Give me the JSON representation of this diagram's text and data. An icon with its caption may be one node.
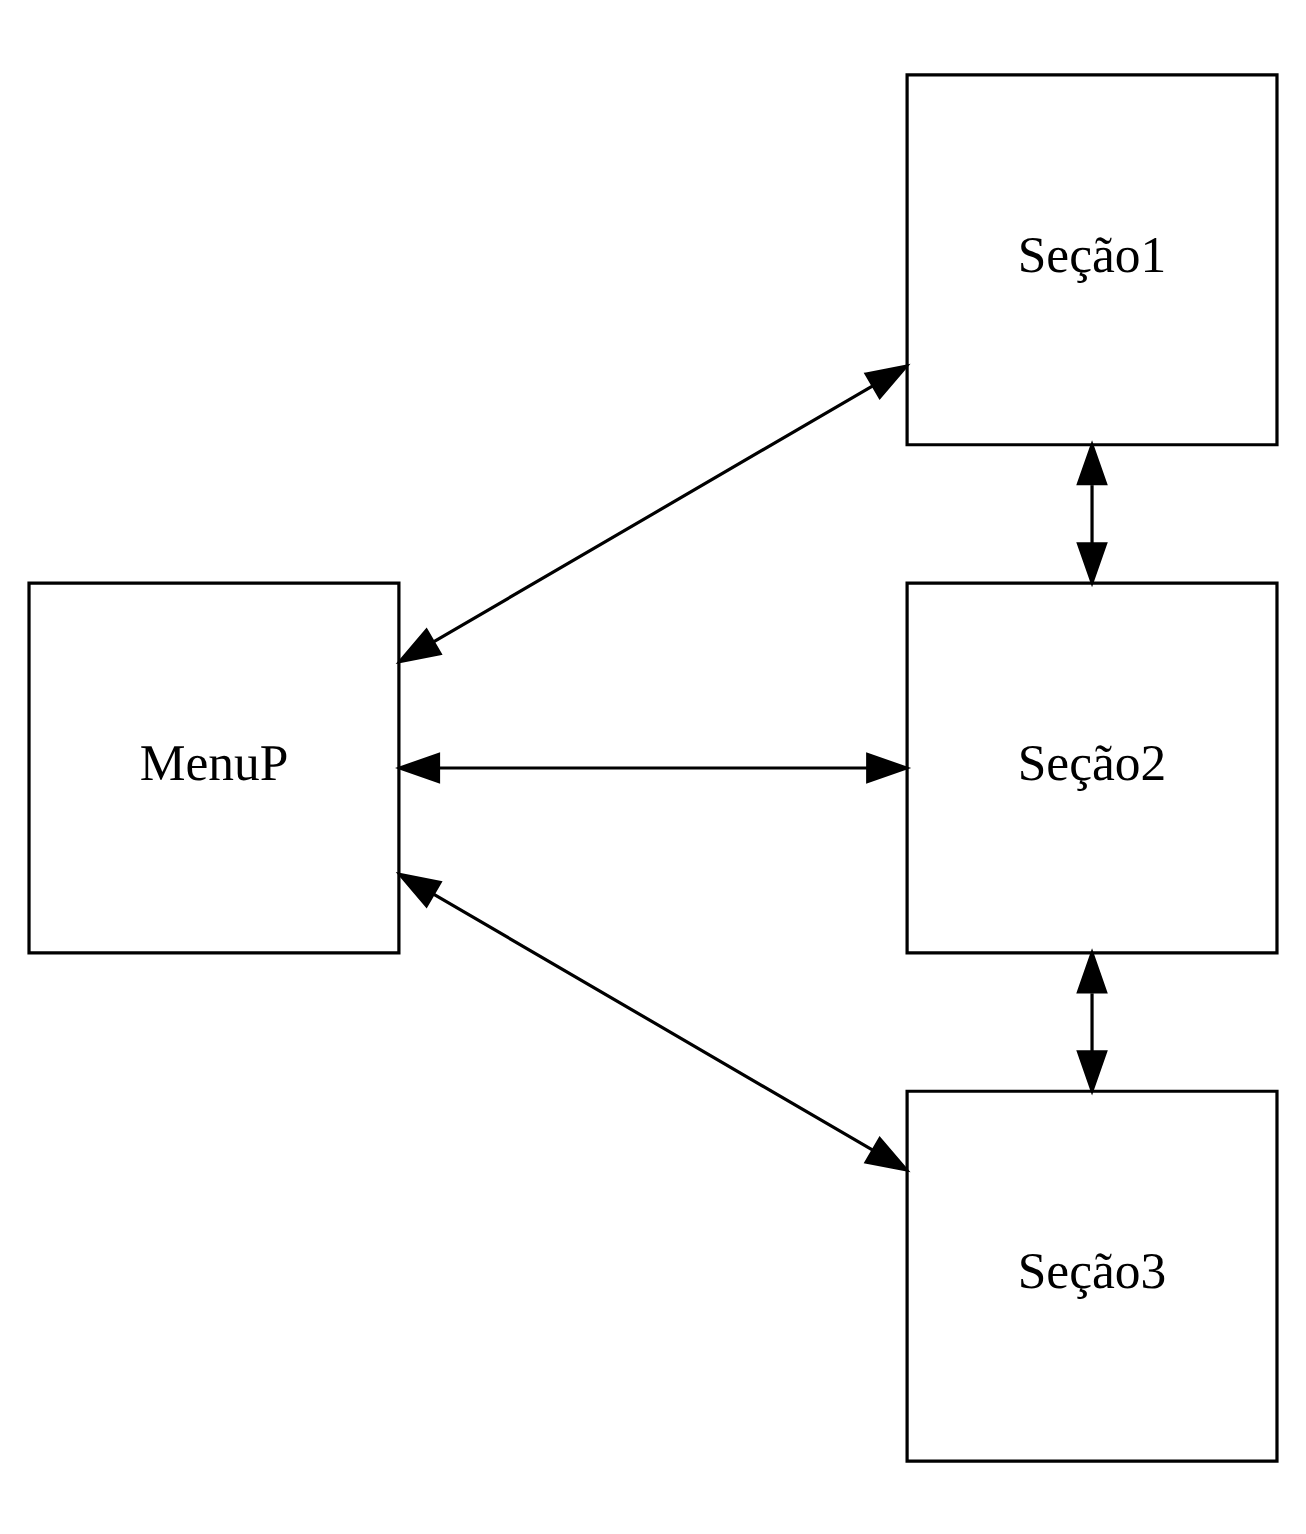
{
  "diagram": {
    "nodes": [
      {
        "text": [
          "Seção1"
        ]
      },
      {
        "text": [
          "MenuP"
        ]
      },
      {
        "text": [
          "Seção2"
        ]
      },
      {
        "text": [
          "Seção3"
        ]
      }
    ],
    "edges": [
      {
        "from": 1,
        "to": 0,
        "arrow": "both"
      },
      {
        "from": 0,
        "to": 2,
        "arrow": "both"
      },
      {
        "from": 1,
        "to": 2,
        "arrow": "both"
      },
      {
        "from": 2,
        "to": 3,
        "arrow": "both"
      },
      {
        "from": 1,
        "to": 3,
        "arrow": "both"
      }
    ]
  }
}
